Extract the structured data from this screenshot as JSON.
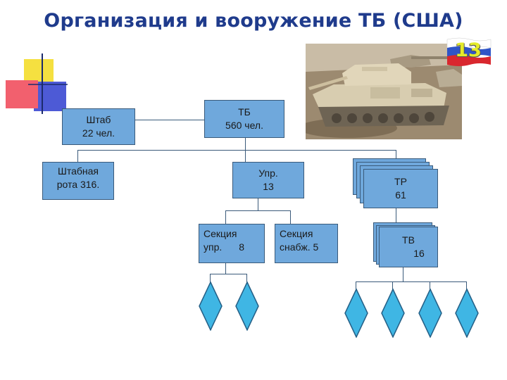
{
  "title": "Организация и вооружение ТБ (США)",
  "slide_number": "13",
  "colors": {
    "box_fill": "#6fa8dc",
    "title": "#1f3b8c",
    "lines": "#3a5a7a"
  },
  "boxes": {
    "tb": {
      "line1": "ТБ",
      "line2": "560 чел."
    },
    "hq": {
      "line1": "Штаб",
      "line2": "22 чел."
    },
    "hq_company": {
      "line1": "Штабная",
      "line2": "рота 316."
    },
    "command": {
      "line1": "Упр.",
      "line2": "13"
    },
    "tank_companies": {
      "line1": "ТР",
      "line2": "61"
    },
    "command_section": {
      "line1": "Секция",
      "line2_a": "упр.",
      "line2_b": "8"
    },
    "supply_section": {
      "line1": "Секция",
      "line2": "снабж. 5"
    },
    "tank_platoons": {
      "line1": "ТВ",
      "line2": "16"
    }
  }
}
